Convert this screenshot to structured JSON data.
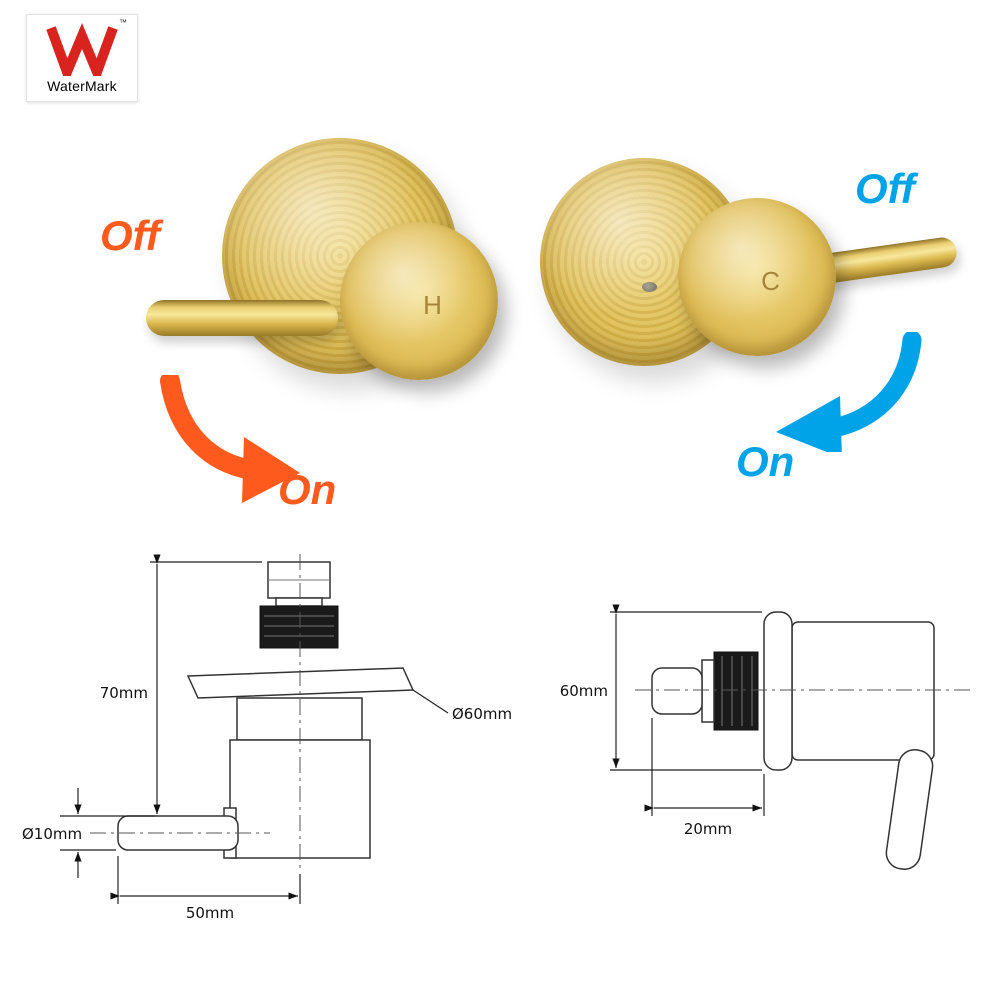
{
  "certification": {
    "name": "WaterMark",
    "trademark": "™",
    "logo_color": "#d8231f"
  },
  "product": {
    "finish_color": "#d9b64b",
    "hot": {
      "cap_letter": "H",
      "off_label": "Off",
      "on_label": "On",
      "accent_color": "#ff5a1e"
    },
    "cold": {
      "cap_letter": "C",
      "off_label": "Off",
      "on_label": "On",
      "accent_color": "#00a3e8"
    }
  },
  "drawing_left": {
    "height_label": "70mm",
    "flange_diameter_label": "Ø60mm",
    "handle_diameter_label": "Ø10mm",
    "length_label": "50mm"
  },
  "drawing_right": {
    "height_label": "60mm",
    "depth_label": "20mm"
  }
}
